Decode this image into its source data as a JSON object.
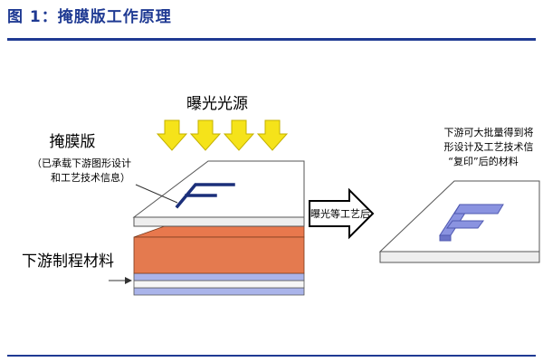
{
  "figure": {
    "title": "图 1：掩膜版工作原理"
  },
  "labels": {
    "light_source": "曝光光源",
    "mask": "掩膜版",
    "mask_note_line1": "（已承载下游图形设计",
    "mask_note_line2": "和工艺技术信息）",
    "downstream_material": "下游制程材料",
    "process_arrow": "曝光等工艺后",
    "result_line1": "下游可大批量得到将",
    "result_line2": "形设计及工艺技术信",
    "result_line3": "“复印”后的材料"
  },
  "colors": {
    "accent": "#1f3a93",
    "arrow_yellow": "#f5e31a",
    "copper": "#e8784d",
    "layer_blue": "#aab4ea",
    "glyph_blue": "#8a93e0",
    "mask_glyph": "#1b2f7a"
  },
  "glyphs": {
    "mask_letter": "F",
    "result_letter": "F"
  }
}
